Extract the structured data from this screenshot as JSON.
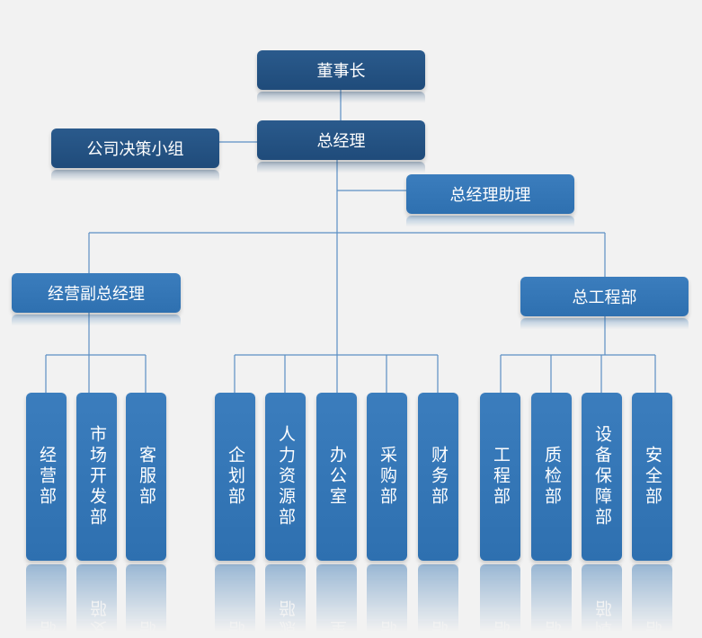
{
  "org": {
    "chairman": "董事长",
    "gm": "总经理",
    "committee": "公司决策小组",
    "assistant": "总经理助理",
    "vp_ops": "经营副总经理",
    "chief_eng": "总工程部"
  },
  "departments": {
    "ops": [
      "经营部",
      "市场开发部",
      "客服部"
    ],
    "central": [
      "企划部",
      "人力资源部",
      "办公室",
      "采购部",
      "财务部"
    ],
    "eng": [
      "工程部",
      "质检部",
      "设备保障部",
      "安全部"
    ]
  }
}
